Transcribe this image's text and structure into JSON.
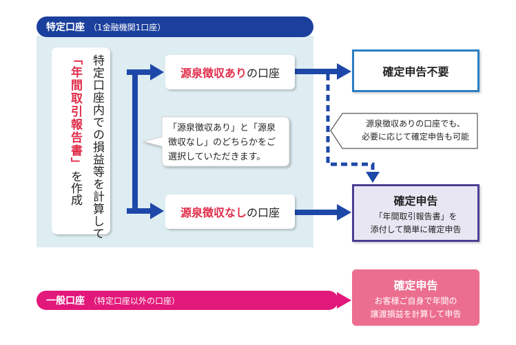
{
  "tokutei": {
    "label": "特定口座",
    "sub": "（1金融機関1口座）",
    "intro_vertical": "特定口座内での損益等を計算して",
    "report_name": "「年間取引報告書」",
    "report_suffix": "を作成"
  },
  "options": {
    "ari_red": "源泉徴収あり",
    "ari_rest": "の口座",
    "nashi_red": "源泉徴収なし",
    "nashi_rest": "の口座"
  },
  "choice_note": {
    "line1": "「源泉徴収あり」と「源泉",
    "line2": "徴収なし」のどちらかをご",
    "line3": "選択していただきます。"
  },
  "result_unneeded": {
    "title": "確定申告不要"
  },
  "side_note": {
    "line1": "源泉徴収ありの口座でも、",
    "line2": "必要に応じて確定申告も可能"
  },
  "result_required": {
    "title": "確定申告",
    "line1": "「年間取引報告書」を",
    "line2": "添付して簡単に確定申告"
  },
  "ippan": {
    "label": "一般口座",
    "sub": "（特定口座以外の口座）"
  },
  "result_self": {
    "title": "確定申告",
    "line1": "お客様ご自身で年間の",
    "line2": "譲渡損益を計算して申告"
  },
  "colors": {
    "tokutei_blue": "#1a3f9c",
    "arrow_blue": "#1e48a8",
    "area_bg": "#deedf2",
    "red_text": "#e12d4b",
    "unneeded_border": "#2a7ec4",
    "required_border": "#4a3f93",
    "ippan_magenta": "#e3187b",
    "self_pink": "#ec6e8f"
  }
}
